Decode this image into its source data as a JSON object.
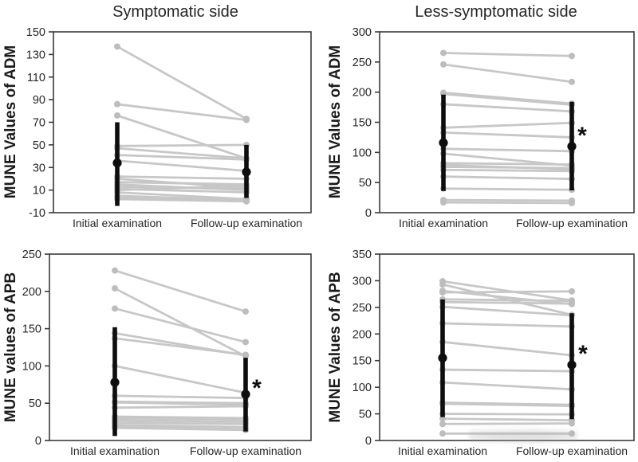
{
  "figure": {
    "significance_marker": "*",
    "colors": {
      "line": "#c7c7c7",
      "marker": "#bdbdbd",
      "mean": "#0e0e0e",
      "axis": "#3a3a3a",
      "text": "#262626"
    }
  },
  "chart_data": [
    {
      "type": "line",
      "panel": "symptomatic-adm",
      "title": "Symptomatic side",
      "ylabel": "MUNE Values of ADM",
      "ylim": [
        -10,
        150
      ],
      "yticks": [
        -10,
        10,
        30,
        50,
        70,
        90,
        110,
        130,
        150
      ],
      "x_categories": [
        "Initial examination",
        "Follow-up examination"
      ],
      "pairs": [
        [
          137,
          73
        ],
        [
          86,
          72
        ],
        [
          76,
          38
        ],
        [
          49,
          50
        ],
        [
          47,
          38
        ],
        [
          41,
          37
        ],
        [
          36,
          27
        ],
        [
          22,
          20
        ],
        [
          20,
          12
        ],
        [
          17,
          15
        ],
        [
          15,
          10
        ],
        [
          13,
          11
        ],
        [
          11,
          8
        ],
        [
          10,
          14
        ],
        [
          8,
          2
        ],
        [
          5,
          1
        ],
        [
          3,
          2
        ],
        [
          2,
          0
        ]
      ],
      "mean_sd": {
        "initial": {
          "mean": 34,
          "low": -4,
          "high": 70
        },
        "followup": {
          "mean": 26,
          "low": 3,
          "high": 50
        }
      },
      "significant": false
    },
    {
      "type": "line",
      "panel": "less-symptomatic-adm",
      "title": "Less-symptomatic side",
      "ylabel": "MUNE Values of ADM",
      "ylim": [
        0,
        300
      ],
      "yticks": [
        0,
        50,
        100,
        150,
        200,
        250,
        300
      ],
      "x_categories": [
        "Initial examination",
        "Follow-up examination"
      ],
      "pairs": [
        [
          265,
          260
        ],
        [
          246,
          217
        ],
        [
          199,
          181
        ],
        [
          197,
          179
        ],
        [
          180,
          168
        ],
        [
          141,
          149
        ],
        [
          133,
          125
        ],
        [
          106,
          102
        ],
        [
          98,
          78
        ],
        [
          82,
          80
        ],
        [
          79,
          72
        ],
        [
          76,
          74
        ],
        [
          71,
          69
        ],
        [
          60,
          56
        ],
        [
          40,
          38
        ],
        [
          21,
          20
        ],
        [
          17,
          16
        ]
      ],
      "mean_sd": {
        "initial": {
          "mean": 116,
          "low": 36,
          "high": 196
        },
        "followup": {
          "mean": 110,
          "low": 37,
          "high": 184
        }
      },
      "significant": true
    },
    {
      "type": "line",
      "panel": "symptomatic-apb",
      "title": "",
      "ylabel": "MUNE values of APB",
      "ylim": [
        0,
        250
      ],
      "yticks": [
        0,
        50,
        100,
        150,
        200,
        250
      ],
      "x_categories": [
        "Initial examination",
        "Follow-up examination"
      ],
      "pairs": [
        [
          228,
          173
        ],
        [
          204,
          113
        ],
        [
          177,
          132
        ],
        [
          144,
          114
        ],
        [
          137,
          115
        ],
        [
          100,
          64
        ],
        [
          60,
          57
        ],
        [
          52,
          50
        ],
        [
          51,
          48
        ],
        [
          44,
          46
        ],
        [
          32,
          30
        ],
        [
          30,
          28
        ],
        [
          27,
          25
        ],
        [
          24,
          22
        ],
        [
          21,
          18
        ],
        [
          19,
          15
        ],
        [
          17,
          14
        ]
      ],
      "mean_sd": {
        "initial": {
          "mean": 78,
          "low": 6,
          "high": 152
        },
        "followup": {
          "mean": 62,
          "low": 12,
          "high": 111
        }
      },
      "significant": true
    },
    {
      "type": "line",
      "panel": "less-symptomatic-apb",
      "title": "",
      "ylabel": "MUNE Values of APB",
      "ylim": [
        0,
        350
      ],
      "yticks": [
        0,
        50,
        100,
        150,
        200,
        250,
        300,
        350
      ],
      "x_categories": [
        "Initial examination",
        "Follow-up examination"
      ],
      "pairs": [
        [
          299,
          263
        ],
        [
          293,
          236
        ],
        [
          281,
          256
        ],
        [
          278,
          280
        ],
        [
          265,
          262
        ],
        [
          260,
          257
        ],
        [
          251,
          235
        ],
        [
          220,
          214
        ],
        [
          185,
          160
        ],
        [
          133,
          130
        ],
        [
          109,
          96
        ],
        [
          71,
          67
        ],
        [
          69,
          65
        ],
        [
          50,
          49
        ],
        [
          41,
          38
        ],
        [
          31,
          32
        ],
        [
          13,
          13
        ]
      ],
      "mean_sd": {
        "initial": {
          "mean": 155,
          "low": 44,
          "high": 265
        },
        "followup": {
          "mean": 142,
          "low": 40,
          "high": 239
        }
      },
      "significant": true
    }
  ]
}
